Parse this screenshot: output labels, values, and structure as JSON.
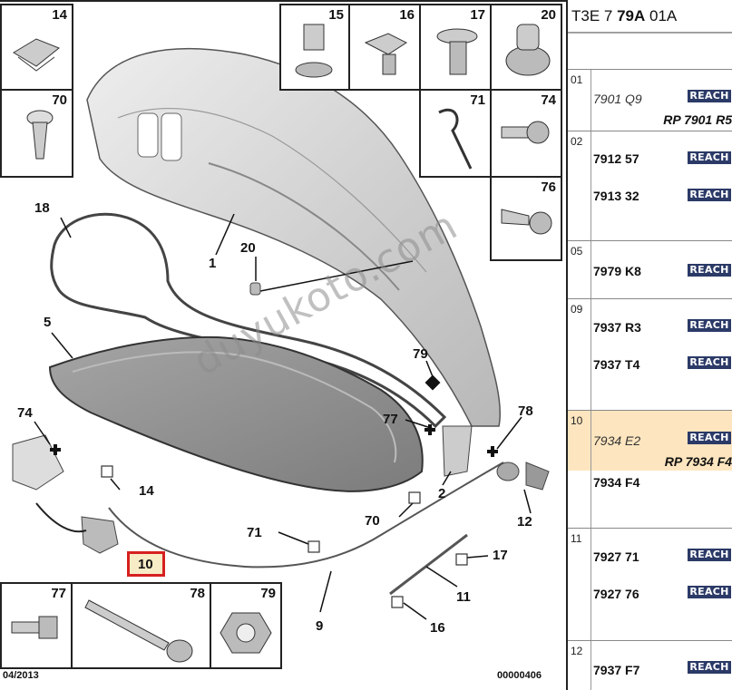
{
  "header": {
    "prefix": "T3E 7 ",
    "bold": "79A",
    "suffix": " 01A"
  },
  "refs": {
    "r1": "1",
    "r2": "2",
    "r5": "5",
    "r9": "9",
    "r10": "10",
    "r11": "11",
    "r12": "12",
    "r14": "14",
    "r16": "16",
    "r17": "17",
    "r18": "18",
    "r20": "20",
    "r70": "70",
    "r71": "71",
    "r74": "74",
    "r77": "77",
    "r78": "78",
    "r79": "79"
  },
  "cells": {
    "c14": "14",
    "c15": "15",
    "c16": "16",
    "c17": "17",
    "c20": "20",
    "c70": "70",
    "c71": "71",
    "c74": "74",
    "c76": "76",
    "c77": "77",
    "c78": "78",
    "c79": "79"
  },
  "footer": {
    "date": "04/2013",
    "code": "00000406"
  },
  "watermark": "duyukoto.com",
  "reach_label": "REACH",
  "groups": [
    {
      "code": "01",
      "items": [
        {
          "pn": "7901 Q9",
          "italic": true,
          "reach": true,
          "rp": "RP 7901 R5"
        }
      ]
    },
    {
      "code": "02",
      "items": [
        {
          "pn": "7912 57",
          "reach": true
        },
        {
          "pn": "7913 32",
          "reach": true
        }
      ]
    },
    {
      "code": "05",
      "items": [
        {
          "pn": "7979 K8",
          "reach": true
        }
      ]
    },
    {
      "code": "09",
      "items": [
        {
          "pn": "7937 R3",
          "reach": true
        },
        {
          "pn": "7937 T4",
          "reach": true
        }
      ]
    },
    {
      "code": "10",
      "selected": true,
      "items": [
        {
          "pn": "7934 E2",
          "italic": true,
          "reach": true,
          "rp": "RP 7934 F4"
        },
        {
          "pn": "7934 F4",
          "reach": false
        }
      ]
    },
    {
      "code": "11",
      "items": [
        {
          "pn": "7927 71",
          "reach": true
        },
        {
          "pn": "7927 76",
          "reach": true
        }
      ]
    },
    {
      "code": "12",
      "items": [
        {
          "pn": "7937 F7",
          "reach": true
        }
      ]
    }
  ],
  "colors": {
    "accent_box": "#d6201f",
    "selected_row": "#fde5bf",
    "reach_badge": "#2b3a67"
  }
}
